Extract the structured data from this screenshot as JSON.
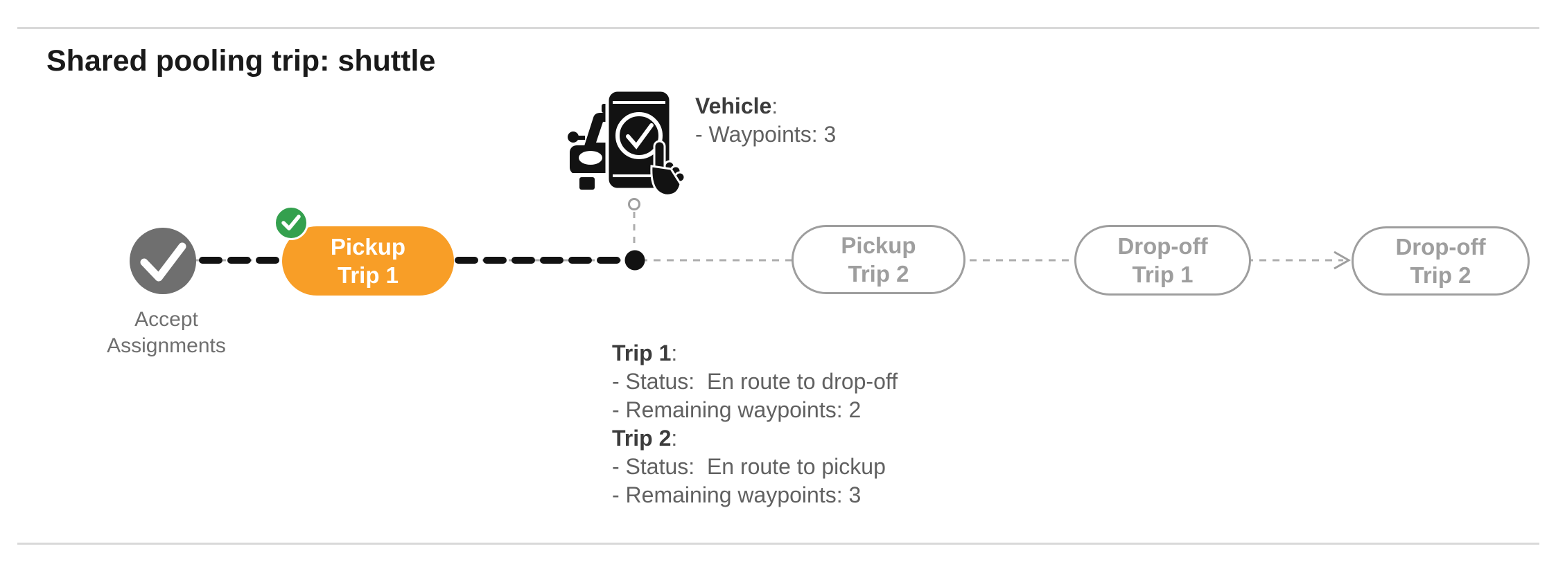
{
  "page": {
    "title": "Shared pooling trip: shuttle",
    "colon": ":"
  },
  "vehicle_info": {
    "heading": "Vehicle",
    "lines": [
      "- Waypoints: 3"
    ]
  },
  "timeline": {
    "nodes": [
      {
        "id": "accept-assignments",
        "line1": "Accept",
        "line2": "Assignments",
        "state": "completed",
        "shape": "circle-check"
      },
      {
        "id": "pickup-trip-1",
        "line1": "Pickup",
        "line2": "Trip 1",
        "state": "completed-active",
        "badge": "green-check"
      },
      {
        "id": "pickup-trip-2",
        "line1": "Pickup",
        "line2": "Trip 2",
        "state": "pending"
      },
      {
        "id": "dropoff-trip-1",
        "line1": "Drop-off",
        "line2": "Trip 1",
        "state": "pending"
      },
      {
        "id": "dropoff-trip-2",
        "line1": "Drop-off",
        "line2": "Trip 2",
        "state": "pending"
      }
    ],
    "current_position_marker": "black-dot",
    "vehicle_marker": "car-with-smartphone-check"
  },
  "trip_status": {
    "trips": [
      {
        "heading": "Trip 1",
        "lines": [
          "- Status:  En route to drop-off",
          "- Remaining waypoints: 2"
        ]
      },
      {
        "heading": "Trip 2",
        "lines": [
          "- Status:  En route to pickup",
          "- Remaining waypoints: 3"
        ]
      }
    ]
  },
  "colors": {
    "accent_orange": "#F89E27",
    "success_green": "#34A04E",
    "node_gray": "#6F6F6F",
    "outline_gray": "#9E9E9E",
    "text_gray": "#616161",
    "title_black": "#1A1A1A",
    "divider_gray": "#D9D9D9"
  }
}
